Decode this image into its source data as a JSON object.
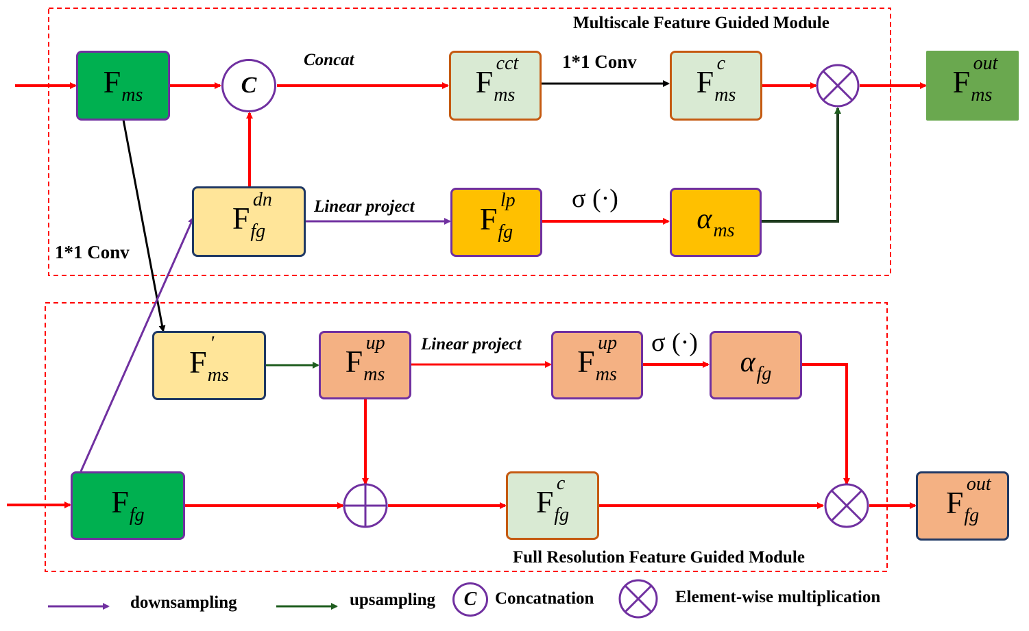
{
  "modules": {
    "top_title": "Multiscale Feature Guided Module",
    "bottom_title": "Full Resolution Feature Guided Module"
  },
  "nodes": {
    "f_ms": {
      "base": "F",
      "sub": "ms",
      "sup": ""
    },
    "f_ms_cct": {
      "base": "F",
      "sub": "ms",
      "sup": "cct"
    },
    "f_ms_c": {
      "base": "F",
      "sub": "ms",
      "sup": "c"
    },
    "f_ms_out": {
      "base": "F",
      "sub": "ms",
      "sup": "out"
    },
    "f_fg_dn": {
      "base": "F",
      "sub": "fg",
      "sup": "dn"
    },
    "f_fg_lp": {
      "base": "F",
      "sub": "fg",
      "sup": "lp"
    },
    "alpha_ms": {
      "base": "α",
      "sub": "ms"
    },
    "f_ms_prime": {
      "base": "F",
      "sub": "ms",
      "sup": "'"
    },
    "f_ms_up": {
      "base": "F",
      "sub": "ms",
      "sup": "up"
    },
    "f_ms_up2": {
      "base": "F",
      "sub": "ms",
      "sup": "up"
    },
    "alpha_fg": {
      "base": "α",
      "sub": "fg"
    },
    "f_fg": {
      "base": "F",
      "sub": "fg",
      "sup": ""
    },
    "f_fg_c": {
      "base": "F",
      "sub": "fg",
      "sup": "c"
    },
    "f_fg_out": {
      "base": "F",
      "sub": "fg",
      "sup": "out"
    }
  },
  "operators": {
    "concat_symbol": "C"
  },
  "edge_labels": {
    "concat": "Concat",
    "conv_top": "1*1 Conv",
    "linear_top": "Linear project",
    "sigma_top": "σ (·)",
    "conv_left": "1*1 Conv",
    "linear_bottom": "Linear project",
    "sigma_bottom": "σ (·)"
  },
  "legend": {
    "downsampling": "downsampling",
    "upsampling": "upsampling",
    "concat_symbol": "C",
    "concatenation": "Concatnation",
    "multiplication": "Element-wise multiplication"
  },
  "colors": {
    "red": "#ff0000",
    "purple": "#7030a0",
    "dark_green": "#1e5c1e",
    "black": "#000000",
    "dashed_border": "#ff0000"
  }
}
